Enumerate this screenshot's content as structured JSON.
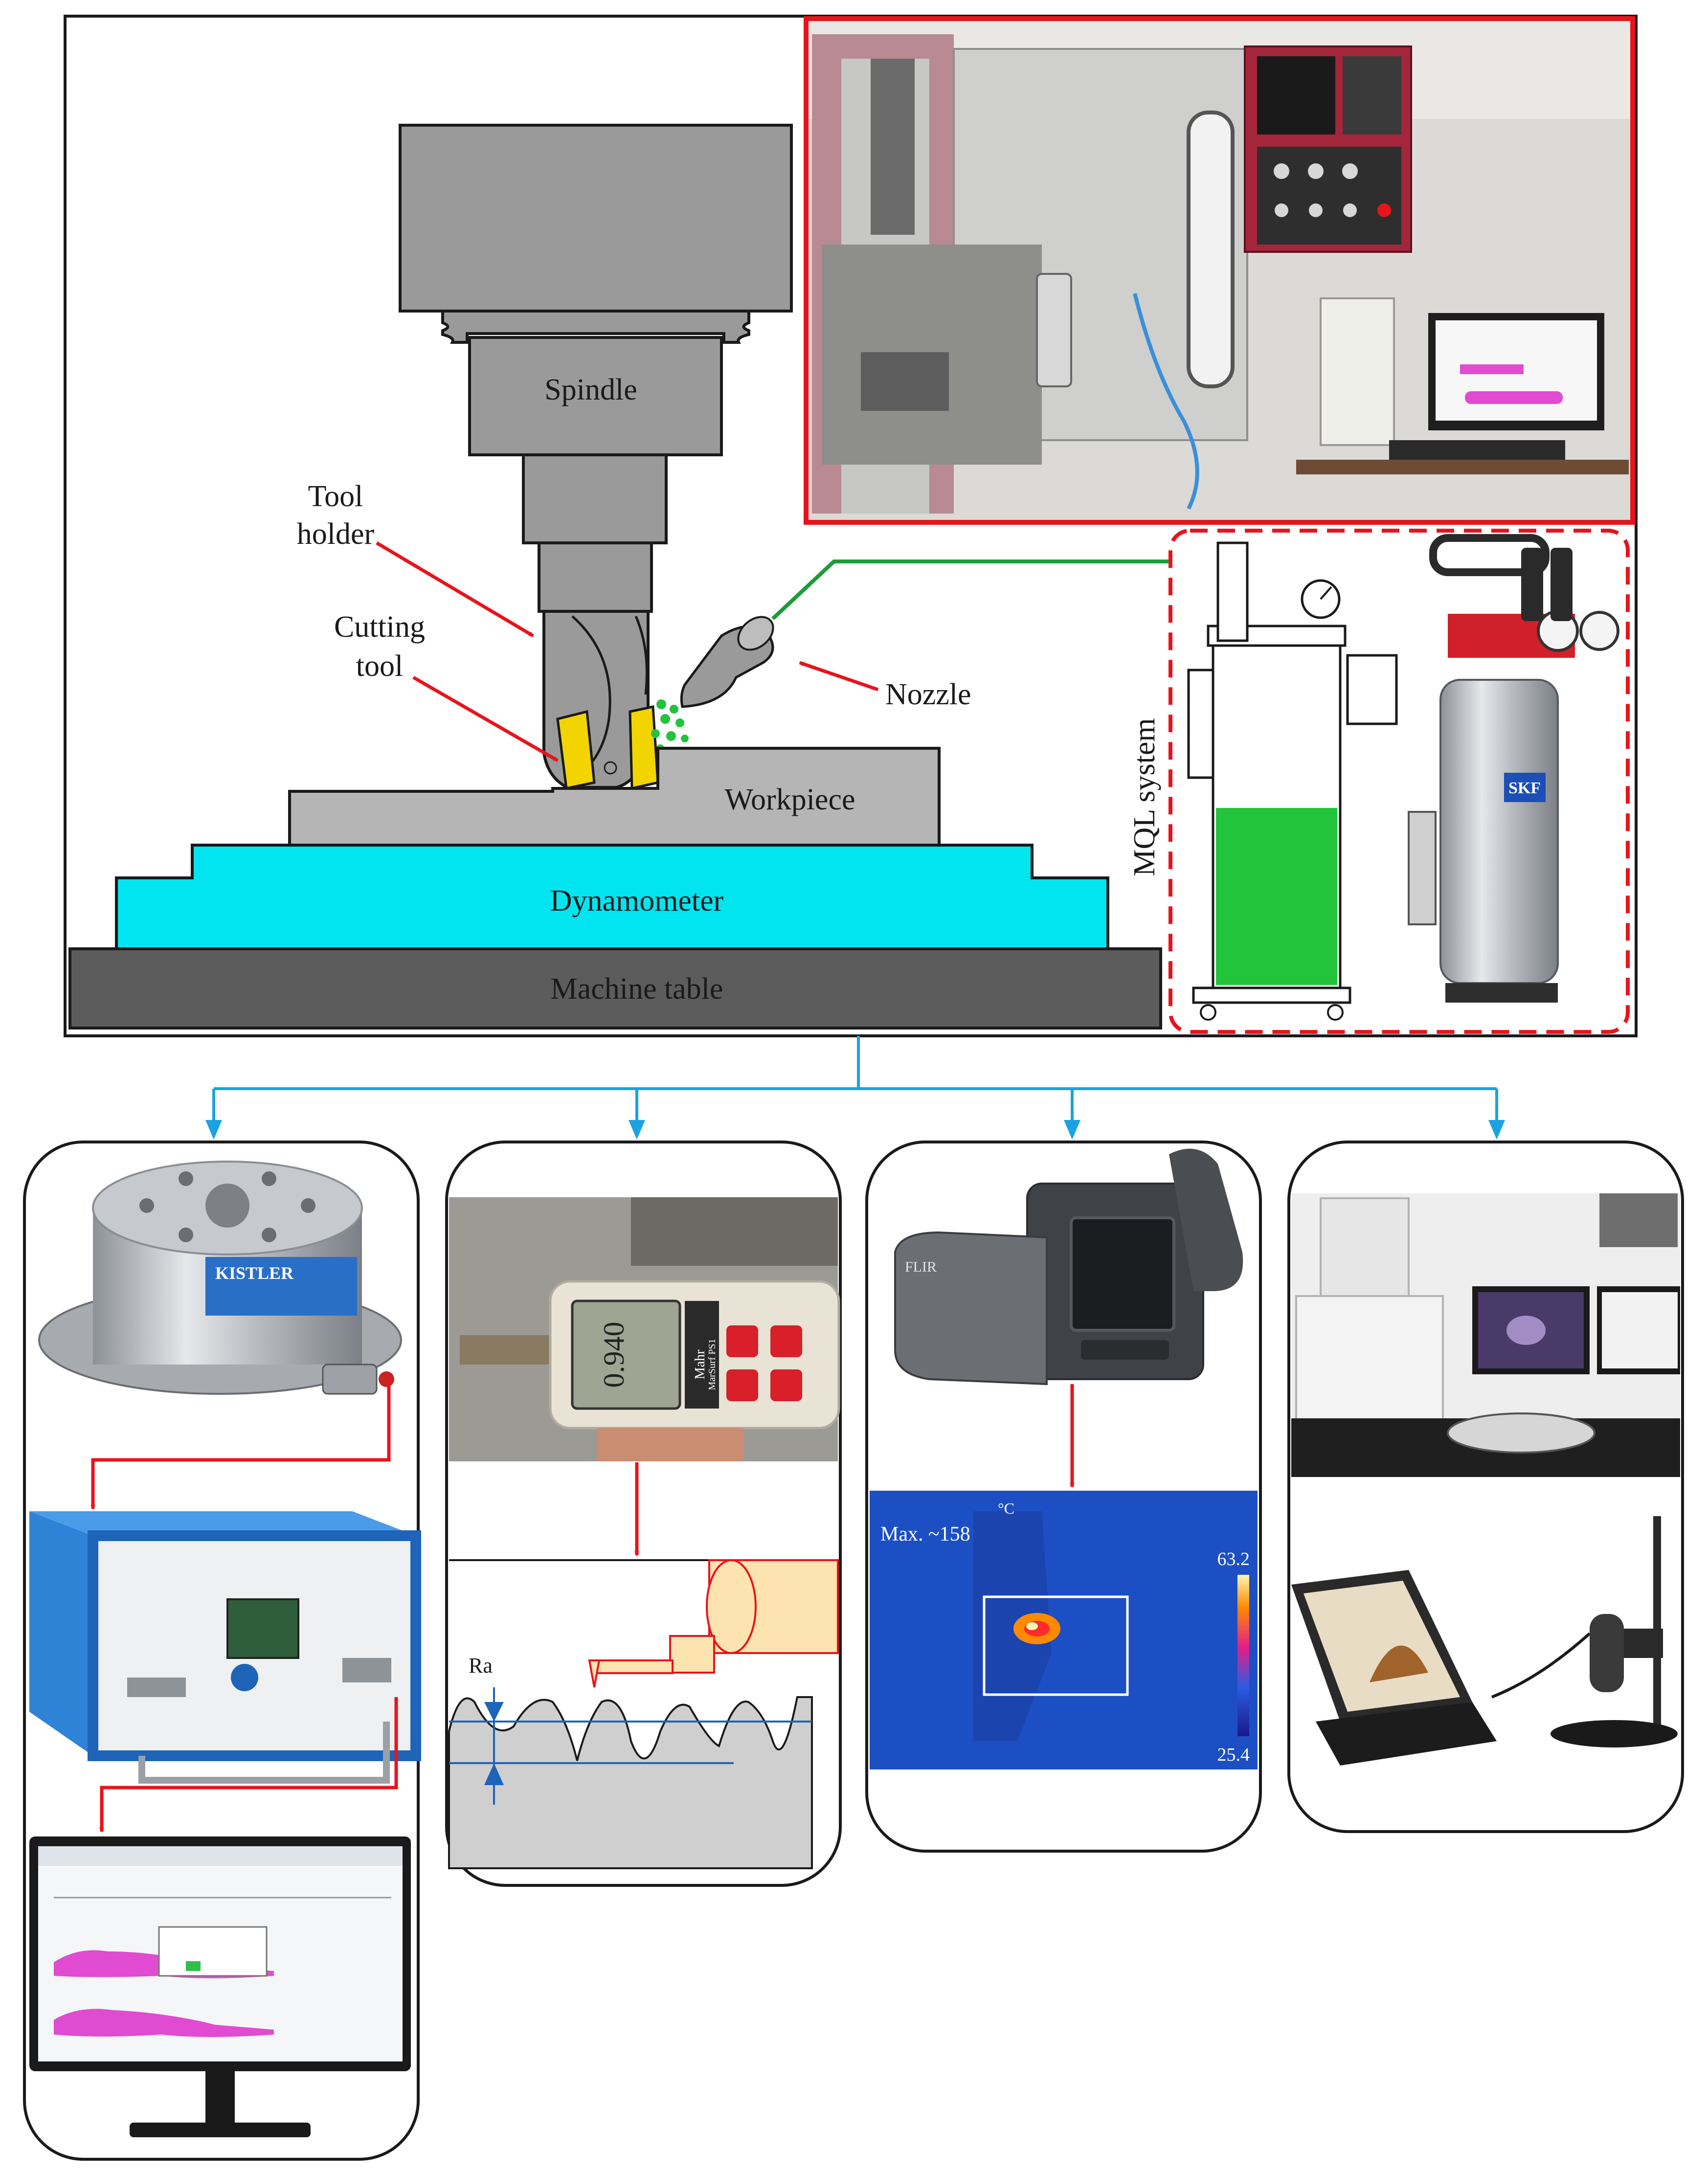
{
  "labels": {
    "spindle": "Spindle",
    "tool_holder_line1": "Tool",
    "tool_holder_line2": "holder",
    "cutting_tool_line1": "Cutting",
    "cutting_tool_line2": "tool",
    "nozzle": "Nozzle",
    "workpiece": "Workpiece",
    "dynamometer": "Dynamometer",
    "machine_table": "Machine table",
    "mql_system": "MQL system",
    "ra": "Ra"
  },
  "photo_text": {
    "kistler_brand": "KISTLER",
    "skf_brand": "SKF",
    "flir_brand": "FLIR",
    "roughness_brand": "Mahr",
    "roughness_model": "MarSurf PS1",
    "roughness_reading": "0.940",
    "thermal_max_label": "Max. ~158",
    "thermal_unit": "°C",
    "thermal_scale_max": "63.2",
    "thermal_scale_min": "25.4"
  },
  "colors": {
    "frame": "#1a1a1a",
    "machine_gray": "#9a9a9a",
    "workpiece_gray": "#b5b5b5",
    "table_dark": "#5c5c5c",
    "dynamometer_cyan": "#00e5f0",
    "red_arrow": "#e8141c",
    "green_line": "#1d9b3a",
    "blue_connector": "#1aa3e0",
    "coolant_green": "#22c43c",
    "insert_yellow": "#f2d400",
    "thermal_blue": "#1d4fc4"
  }
}
